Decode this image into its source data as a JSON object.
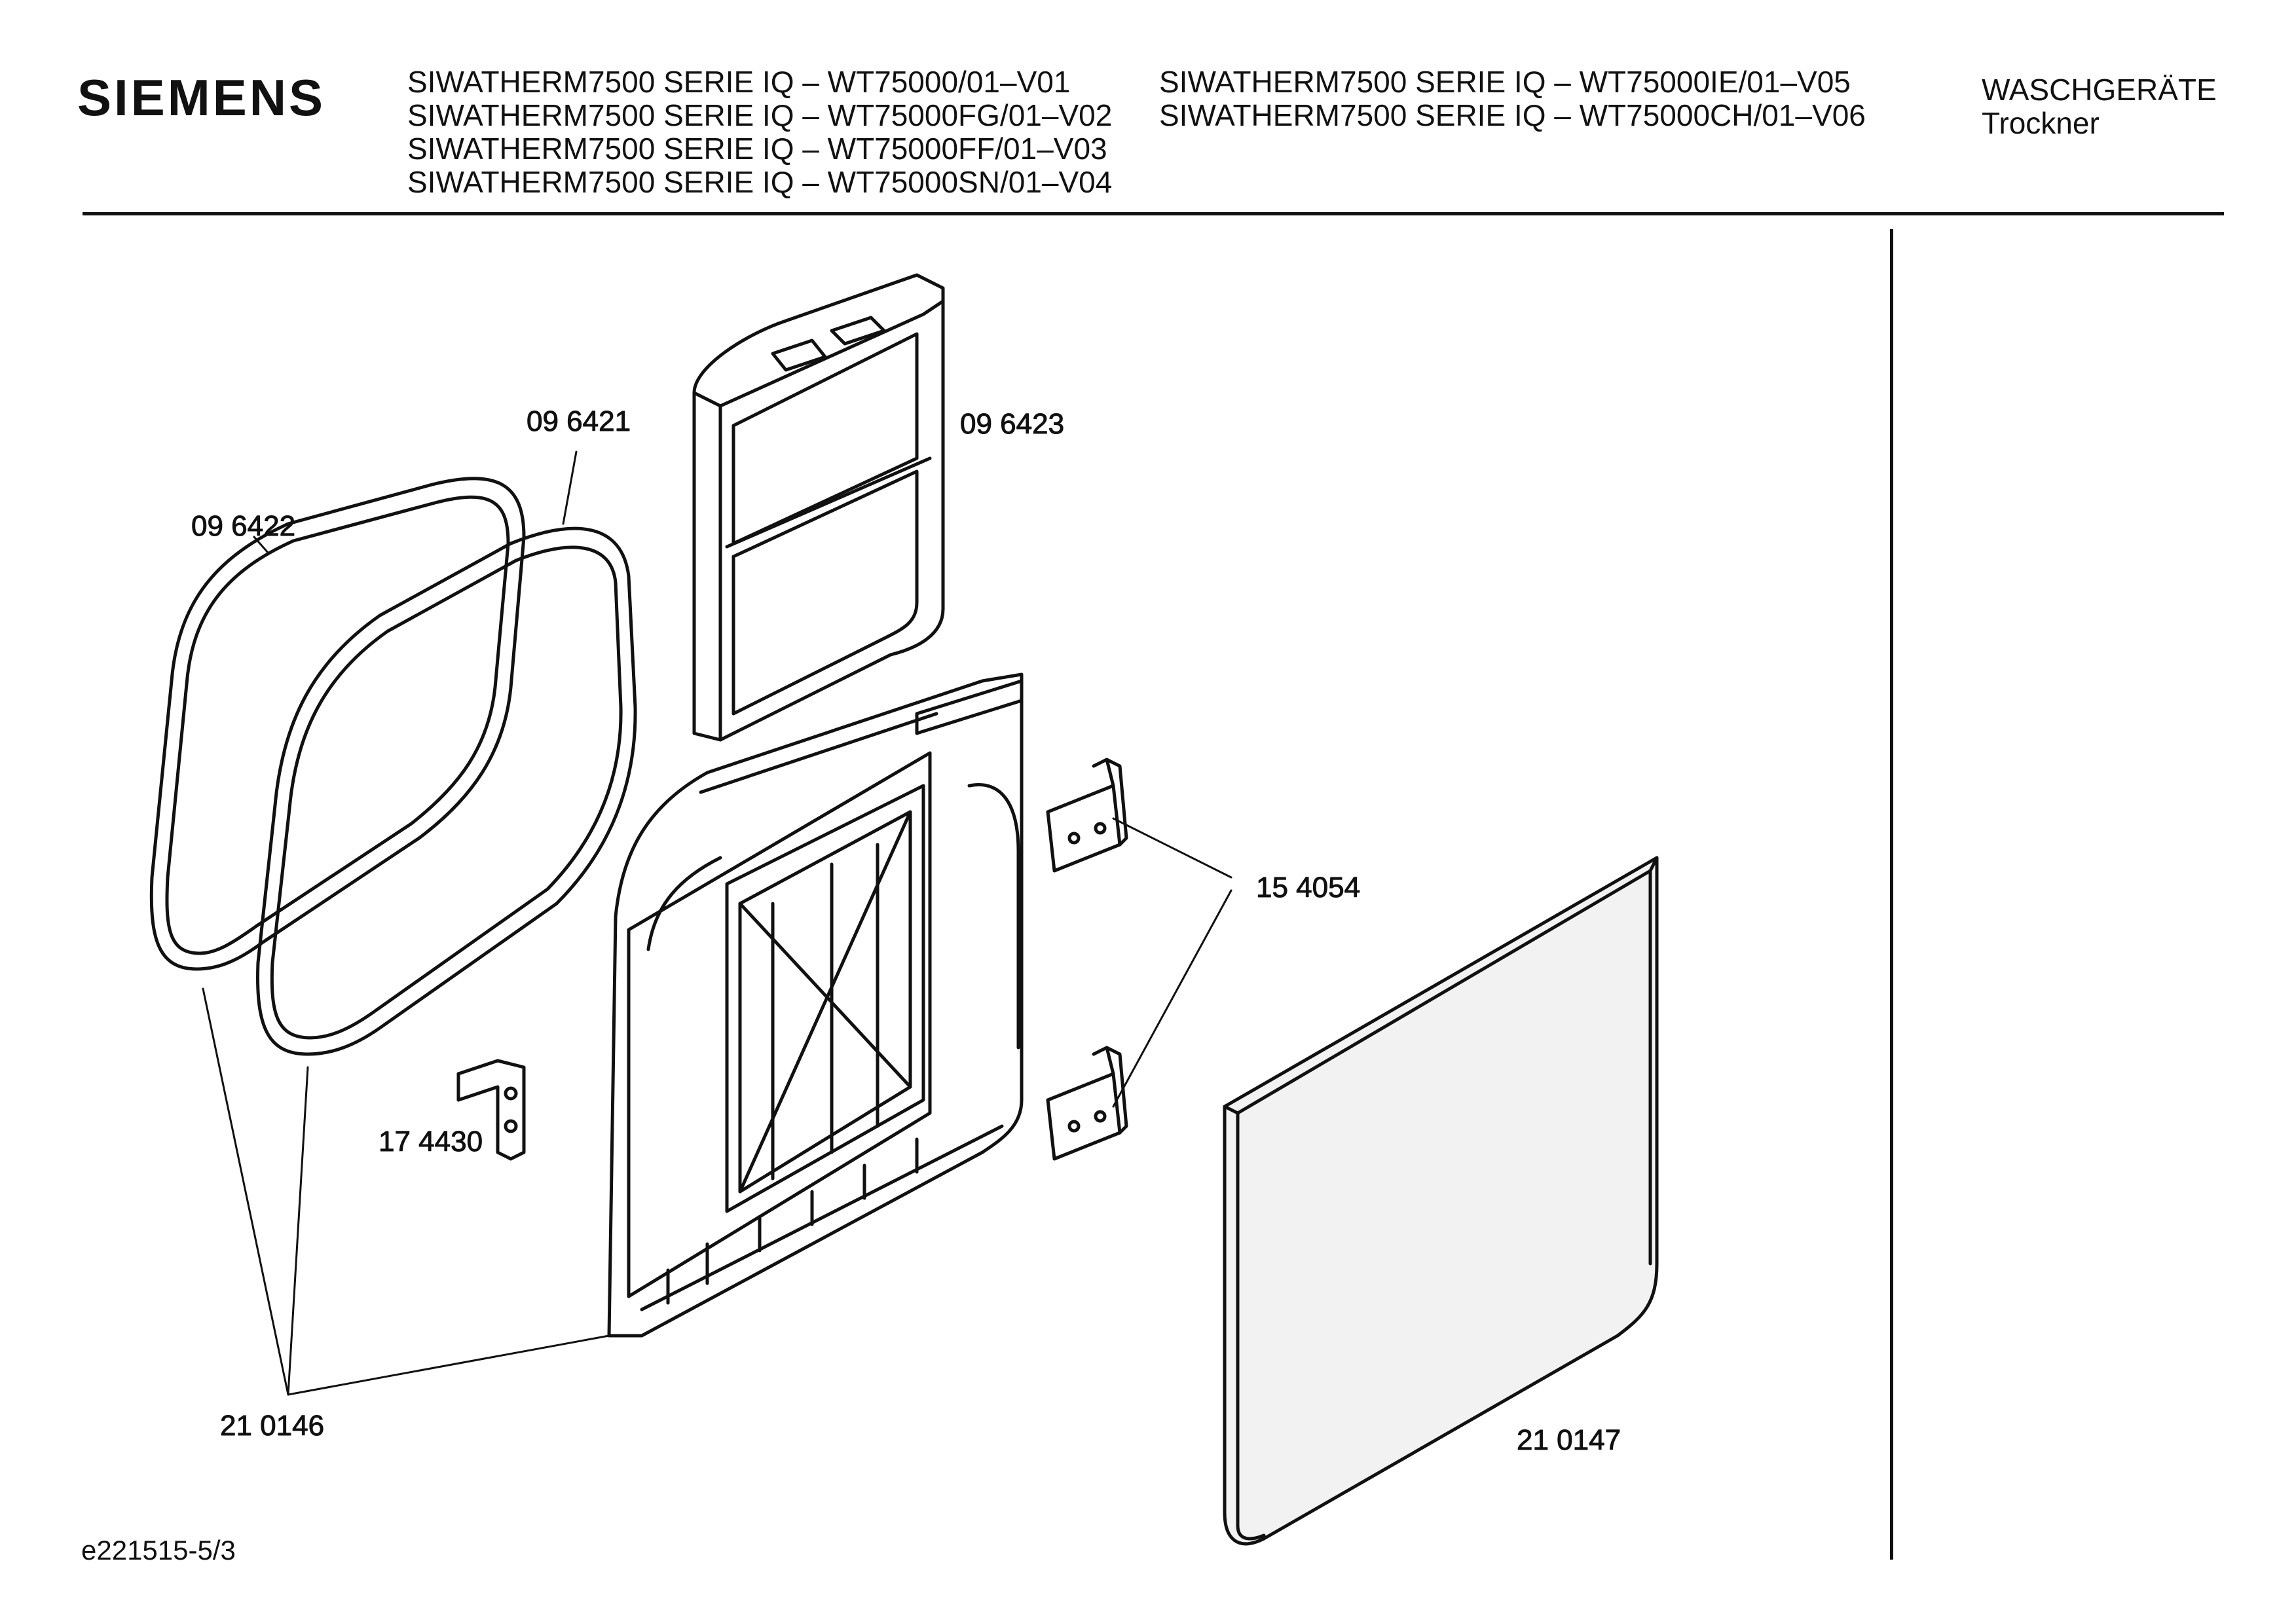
{
  "header": {
    "brand": "SIEMENS",
    "models_left": [
      "SIWATHERM7500 SERIE IQ – WT75000/01–V01",
      "SIWATHERM7500 SERIE IQ – WT75000FG/01–V02",
      "SIWATHERM7500 SERIE IQ – WT75000FF/01–V03",
      "SIWATHERM7500 SERIE IQ – WT75000SN/01–V04"
    ],
    "models_right": [
      "SIWATHERM7500 SERIE IQ – WT75000IE/01–V05",
      "SIWATHERM7500 SERIE IQ – WT75000CH/01–V06"
    ],
    "category": "WASCHGERÄTE",
    "subcategory": "Trockner"
  },
  "parts": {
    "p096421": "09 6421",
    "p096422": "09 6422",
    "p096423": "09 6423",
    "p154054": "15 4054",
    "p174430": "17 4430",
    "p210146": "21 0146",
    "p210147": "21 0147"
  },
  "footer": {
    "code": "e221515-5/3"
  },
  "colors": {
    "line": "#111111",
    "panel_fill": "#f2f2f2",
    "background": "#ffffff"
  }
}
